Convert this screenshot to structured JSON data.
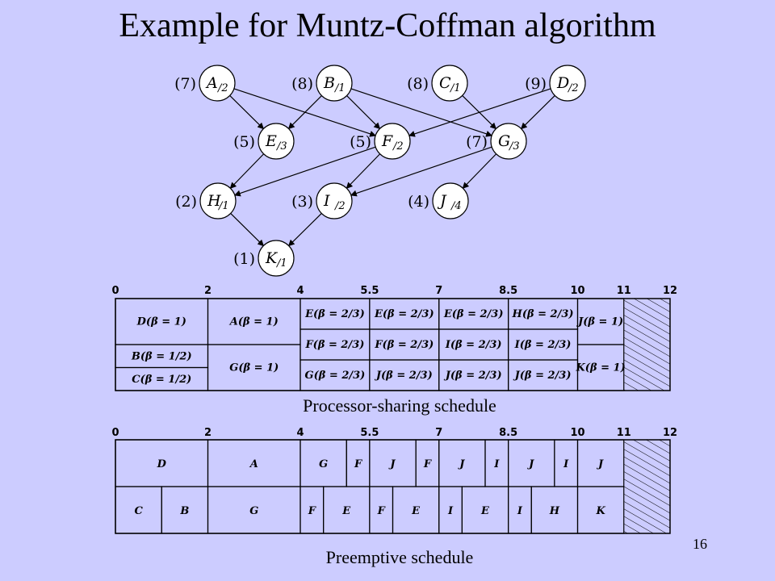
{
  "title": "Example for Muntz-Coffman algorithm",
  "page_number": "16",
  "graph": {
    "nodes": [
      {
        "id": "A",
        "sub": "/2",
        "priority": "(7)"
      },
      {
        "id": "B",
        "sub": "/1",
        "priority": "(8)"
      },
      {
        "id": "C",
        "sub": "/1",
        "priority": "(8)"
      },
      {
        "id": "D",
        "sub": "/2",
        "priority": "(9)"
      },
      {
        "id": "E",
        "sub": "/3",
        "priority": "(5)"
      },
      {
        "id": "F",
        "sub": "/2",
        "priority": "(5)"
      },
      {
        "id": "G",
        "sub": "/3",
        "priority": "(7)"
      },
      {
        "id": "H",
        "sub": "/1",
        "priority": "(2)"
      },
      {
        "id": "I",
        "sub": "/2",
        "priority": "(3)"
      },
      {
        "id": "J",
        "sub": "/4",
        "priority": "(4)"
      },
      {
        "id": "K",
        "sub": "/1",
        "priority": "(1)"
      }
    ],
    "edges": [
      [
        "A",
        "E"
      ],
      [
        "A",
        "F"
      ],
      [
        "B",
        "E"
      ],
      [
        "B",
        "F"
      ],
      [
        "B",
        "G"
      ],
      [
        "C",
        "G"
      ],
      [
        "D",
        "F"
      ],
      [
        "D",
        "G"
      ],
      [
        "F",
        "H"
      ],
      [
        "F",
        "I"
      ],
      [
        "G",
        "I"
      ],
      [
        "G",
        "J"
      ],
      [
        "E",
        "H"
      ],
      [
        "H",
        "K"
      ],
      [
        "I",
        "K"
      ]
    ]
  },
  "processor_sharing": {
    "caption": "Processor-sharing schedule",
    "ticks": [
      {
        "value": 0,
        "label": "0"
      },
      {
        "value": 2,
        "label": "2"
      },
      {
        "value": 4,
        "label": "4"
      },
      {
        "value": 5.5,
        "label": "5.5"
      },
      {
        "value": 7,
        "label": "7"
      },
      {
        "value": 8.5,
        "label": "8.5"
      },
      {
        "value": 10,
        "label": "10"
      },
      {
        "value": 11,
        "label": "11"
      },
      {
        "value": 12,
        "label": "12"
      }
    ],
    "cells": [
      {
        "t0": 0,
        "t1": 2,
        "r0": 0,
        "r1": 0.5,
        "label": "D(β = 1)"
      },
      {
        "t0": 0,
        "t1": 2,
        "r0": 0.5,
        "r1": 0.75,
        "label": "B(β = 1/2)"
      },
      {
        "t0": 0,
        "t1": 2,
        "r0": 0.75,
        "r1": 1,
        "label": "C(β = 1/2)"
      },
      {
        "t0": 2,
        "t1": 4,
        "r0": 0,
        "r1": 0.5,
        "label": "A(β = 1)"
      },
      {
        "t0": 2,
        "t1": 4,
        "r0": 0.5,
        "r1": 1,
        "label": "G(β = 1)"
      },
      {
        "t0": 4,
        "t1": 5.5,
        "r0": 0,
        "r1": 0.3333,
        "label": "E(β = 2/3)"
      },
      {
        "t0": 4,
        "t1": 5.5,
        "r0": 0.3333,
        "r1": 0.6667,
        "label": "F(β = 2/3)"
      },
      {
        "t0": 4,
        "t1": 5.5,
        "r0": 0.6667,
        "r1": 1,
        "label": "G(β = 2/3)"
      },
      {
        "t0": 5.5,
        "t1": 7,
        "r0": 0,
        "r1": 0.3333,
        "label": "E(β = 2/3)"
      },
      {
        "t0": 5.5,
        "t1": 7,
        "r0": 0.3333,
        "r1": 0.6667,
        "label": "F(β = 2/3)"
      },
      {
        "t0": 5.5,
        "t1": 7,
        "r0": 0.6667,
        "r1": 1,
        "label": "J(β = 2/3)"
      },
      {
        "t0": 7,
        "t1": 8.5,
        "r0": 0,
        "r1": 0.3333,
        "label": "E(β = 2/3)"
      },
      {
        "t0": 7,
        "t1": 8.5,
        "r0": 0.3333,
        "r1": 0.6667,
        "label": "I(β = 2/3)"
      },
      {
        "t0": 7,
        "t1": 8.5,
        "r0": 0.6667,
        "r1": 1,
        "label": "J(β = 2/3)"
      },
      {
        "t0": 8.5,
        "t1": 10,
        "r0": 0,
        "r1": 0.3333,
        "label": "H(β = 2/3)"
      },
      {
        "t0": 8.5,
        "t1": 10,
        "r0": 0.3333,
        "r1": 0.6667,
        "label": "I(β = 2/3)"
      },
      {
        "t0": 8.5,
        "t1": 10,
        "r0": 0.6667,
        "r1": 1,
        "label": "J(β = 2/3)"
      },
      {
        "t0": 10,
        "t1": 11,
        "r0": 0,
        "r1": 0.5,
        "label": "J(β = 1)"
      },
      {
        "t0": 10,
        "t1": 11,
        "r0": 0.5,
        "r1": 1,
        "label": "K(β = 1)"
      }
    ],
    "idle": {
      "t0": 11,
      "t1": 12
    }
  },
  "preemptive": {
    "caption": "Preemptive schedule",
    "ticks": [
      {
        "value": 0,
        "label": "0"
      },
      {
        "value": 2,
        "label": "2"
      },
      {
        "value": 4,
        "label": "4"
      },
      {
        "value": 5.5,
        "label": "5.5"
      },
      {
        "value": 7,
        "label": "7"
      },
      {
        "value": 8.5,
        "label": "8.5"
      },
      {
        "value": 10,
        "label": "10"
      },
      {
        "value": 11,
        "label": "11"
      },
      {
        "value": 12,
        "label": "12"
      }
    ],
    "row1": [
      {
        "t0": 0,
        "t1": 2,
        "label": "D"
      },
      {
        "t0": 2,
        "t1": 4,
        "label": "A"
      },
      {
        "t0": 4,
        "t1": 5,
        "label": "G"
      },
      {
        "t0": 5,
        "t1": 5.5,
        "label": "F"
      },
      {
        "t0": 5.5,
        "t1": 6.5,
        "label": "J"
      },
      {
        "t0": 6.5,
        "t1": 7,
        "label": "F"
      },
      {
        "t0": 7,
        "t1": 8,
        "label": "J"
      },
      {
        "t0": 8,
        "t1": 8.5,
        "label": "I"
      },
      {
        "t0": 8.5,
        "t1": 9.5,
        "label": "J"
      },
      {
        "t0": 9.5,
        "t1": 10,
        "label": "I"
      },
      {
        "t0": 10,
        "t1": 11,
        "label": "J"
      }
    ],
    "row2": [
      {
        "t0": 0,
        "t1": 1,
        "label": "C"
      },
      {
        "t0": 1,
        "t1": 2,
        "label": "B"
      },
      {
        "t0": 2,
        "t1": 4,
        "label": "G"
      },
      {
        "t0": 4,
        "t1": 4.5,
        "label": "F"
      },
      {
        "t0": 4.5,
        "t1": 5.5,
        "label": "E"
      },
      {
        "t0": 5.5,
        "t1": 6,
        "label": "F"
      },
      {
        "t0": 6,
        "t1": 7,
        "label": "E"
      },
      {
        "t0": 7,
        "t1": 7.5,
        "label": "I"
      },
      {
        "t0": 7.5,
        "t1": 8.5,
        "label": "E"
      },
      {
        "t0": 8.5,
        "t1": 9,
        "label": "I"
      },
      {
        "t0": 9,
        "t1": 10,
        "label": "H"
      },
      {
        "t0": 10,
        "t1": 11,
        "label": "K"
      }
    ],
    "idle": {
      "t0": 11,
      "t1": 12
    }
  }
}
